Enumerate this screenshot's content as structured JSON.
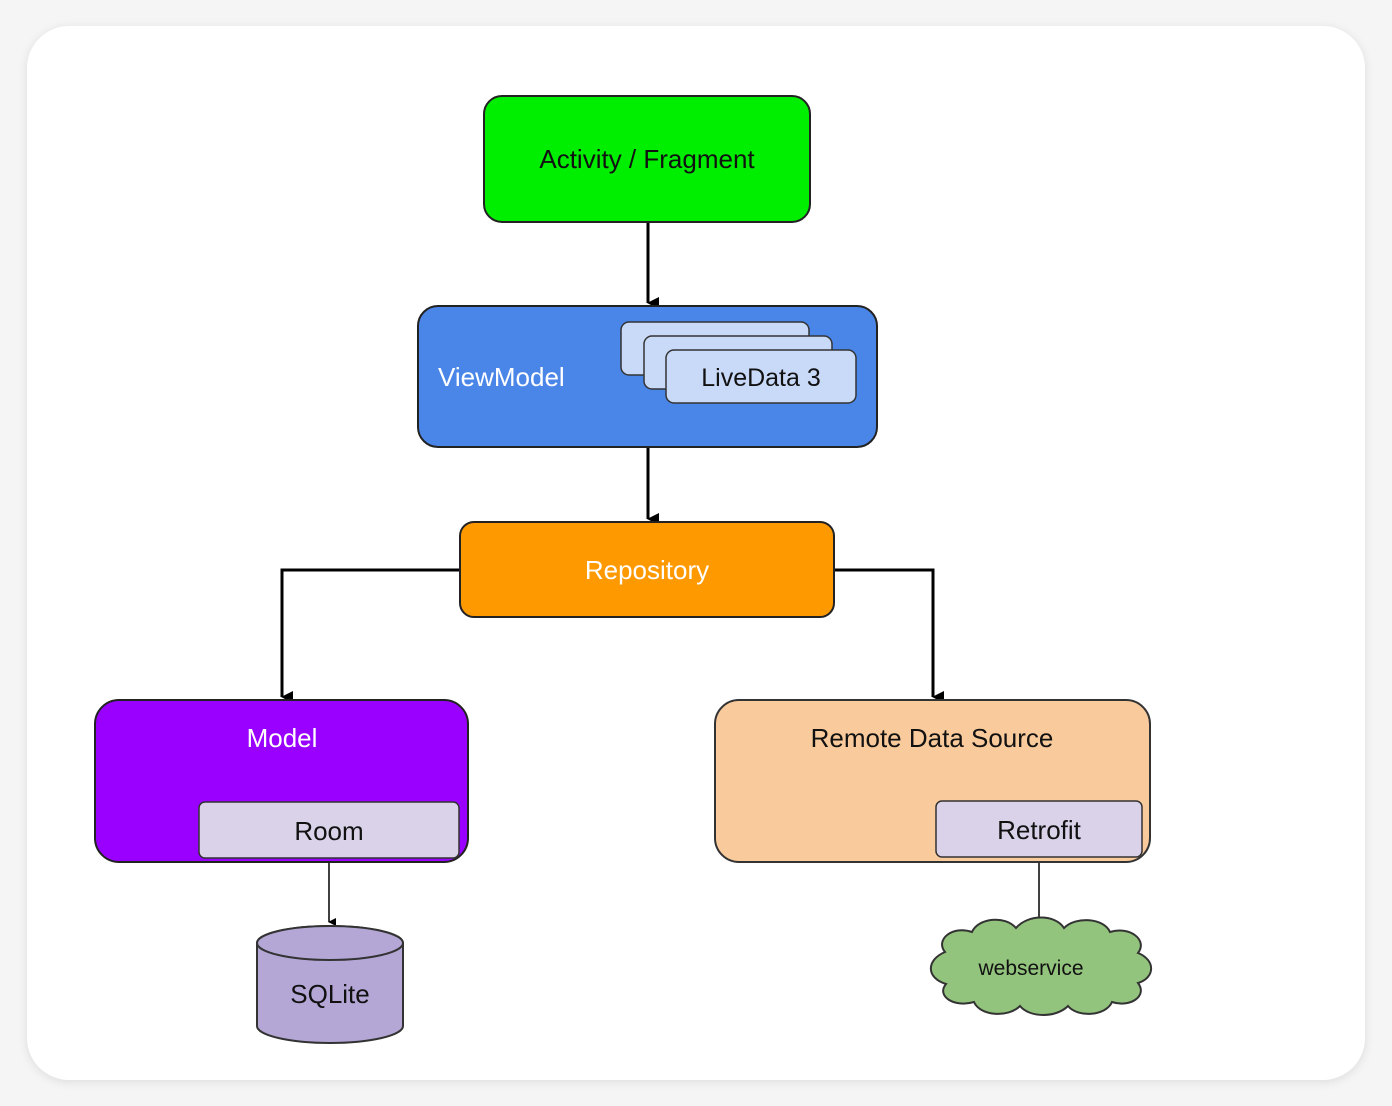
{
  "diagram": {
    "activity": {
      "label": "Activity / Fragment",
      "fill": "#00ee00"
    },
    "viewmodel": {
      "label": "ViewModel",
      "fill": "#4a86e8"
    },
    "livedata": {
      "label": "LiveData 3",
      "fill": "#c9daf8"
    },
    "repository": {
      "label": "Repository",
      "fill": "#ff9900"
    },
    "model": {
      "label": "Model",
      "fill": "#9900ff"
    },
    "room": {
      "label": "Room",
      "fill": "#d9d2e9"
    },
    "remote": {
      "label": "Remote Data Source",
      "fill": "#f9cb9c"
    },
    "retrofit": {
      "label": "Retrofit",
      "fill": "#d9d2e9"
    },
    "sqlite": {
      "label": "SQLite",
      "fill": "#b4a7d6"
    },
    "webservice": {
      "label": "webservice",
      "fill": "#93c47d"
    }
  }
}
